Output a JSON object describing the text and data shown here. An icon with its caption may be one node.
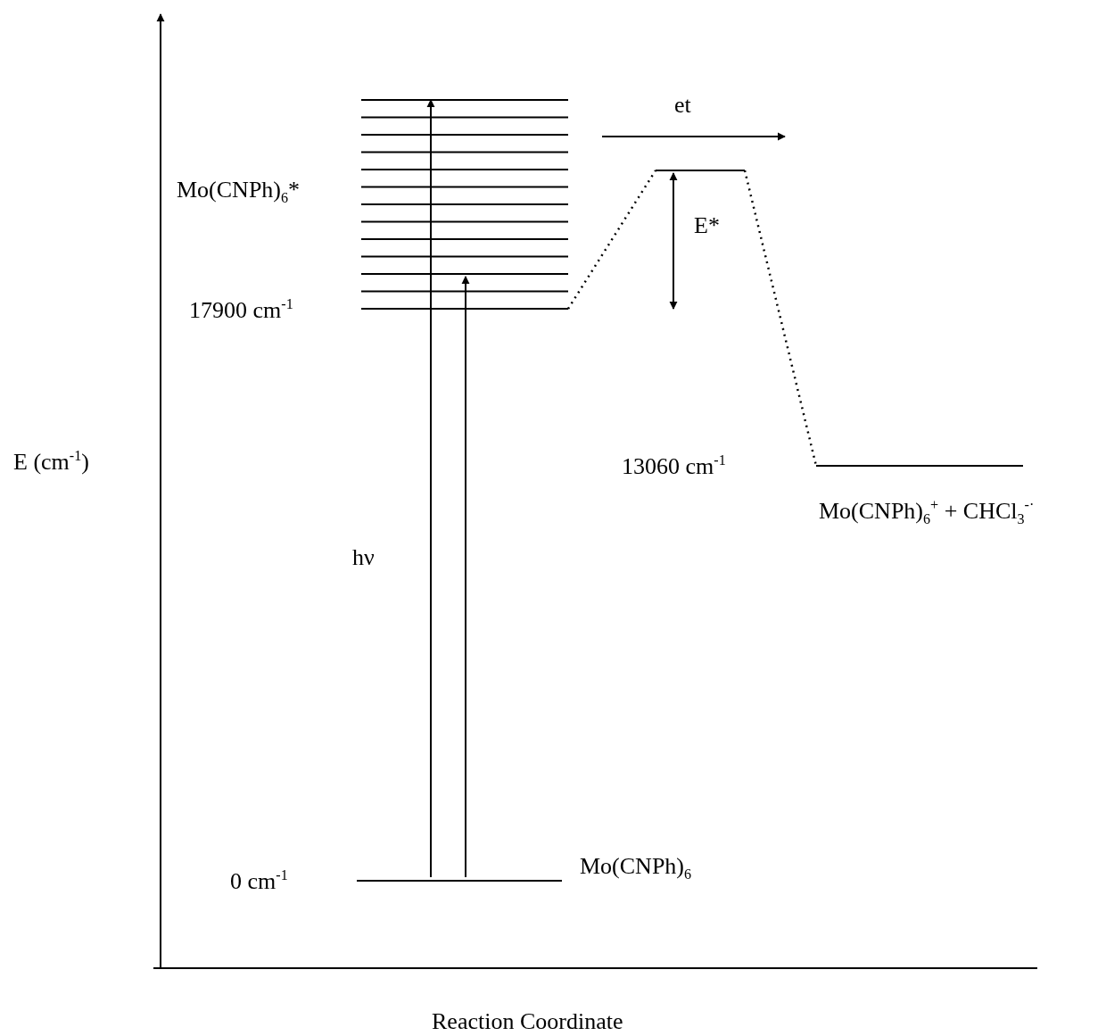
{
  "diagram": {
    "nodes": [
      {
        "text": [],
        "shape": "bar",
        "beside": [
          "0 cm$^{-1}$",
          "Mo(CNPh)$_{6}$"
        ]
      },
      {
        "text": [],
        "shape": "bar",
        "beside": [
          "Mo(CNPh)$_{6}$*",
          "17900 cm$^{-1}$"
        ]
      },
      {
        "text": [],
        "shape": "bar"
      },
      {
        "text": [],
        "shape": "bar",
        "beside": [
          "Mo(CNPh)$_{6}$$^{+}$ + CHCl$_{3}$$^{-·}$"
        ]
      }
    ],
    "edges": [
      {
        "from": 0,
        "to": 1,
        "arrow": "to",
        "label": "hν"
      },
      {
        "from": 0,
        "to": 1,
        "arrow": "to"
      },
      {
        "from": 1,
        "to": 2,
        "arrow": "none",
        "style": "dashed"
      },
      {
        "from": 2,
        "to": 3,
        "arrow": "none",
        "style": "dashed"
      }
    ],
    "labels": [
      "et",
      "E*",
      "E (cm$^{-1}$)",
      "13060 cm$^{-1}$",
      "Reaction Coordinate"
    ]
  }
}
